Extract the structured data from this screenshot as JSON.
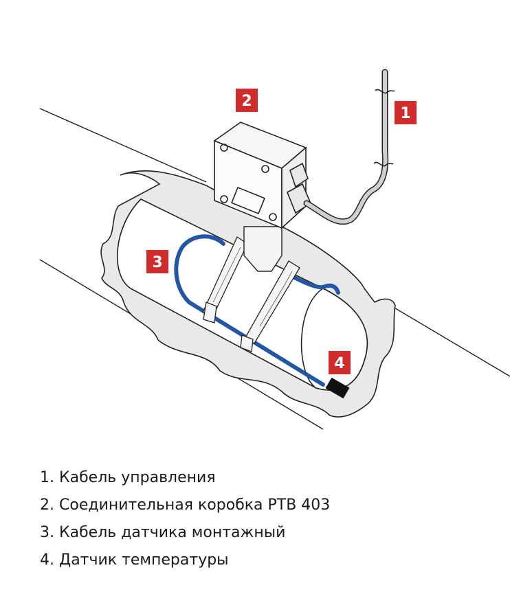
{
  "markers": [
    {
      "number": "1",
      "color": "#d12c2c"
    },
    {
      "number": "2",
      "color": "#d12c2c"
    },
    {
      "number": "3",
      "color": "#d12c2c"
    },
    {
      "number": "4",
      "color": "#d12c2c"
    }
  ],
  "legend": [
    {
      "number": "1.",
      "text": "Кабель управления"
    },
    {
      "number": "2.",
      "text": "Соединительная коробка PTB 403"
    },
    {
      "number": "3.",
      "text": "Кабель датчика монтажный"
    },
    {
      "number": "4.",
      "text": "Датчик температуры"
    }
  ],
  "colors": {
    "marker": "#d12c2c",
    "sensor_cable": "#2456a6",
    "insulation": "#e9e9e9",
    "outline": "#222222",
    "control_cable": "#cfcfcf"
  }
}
